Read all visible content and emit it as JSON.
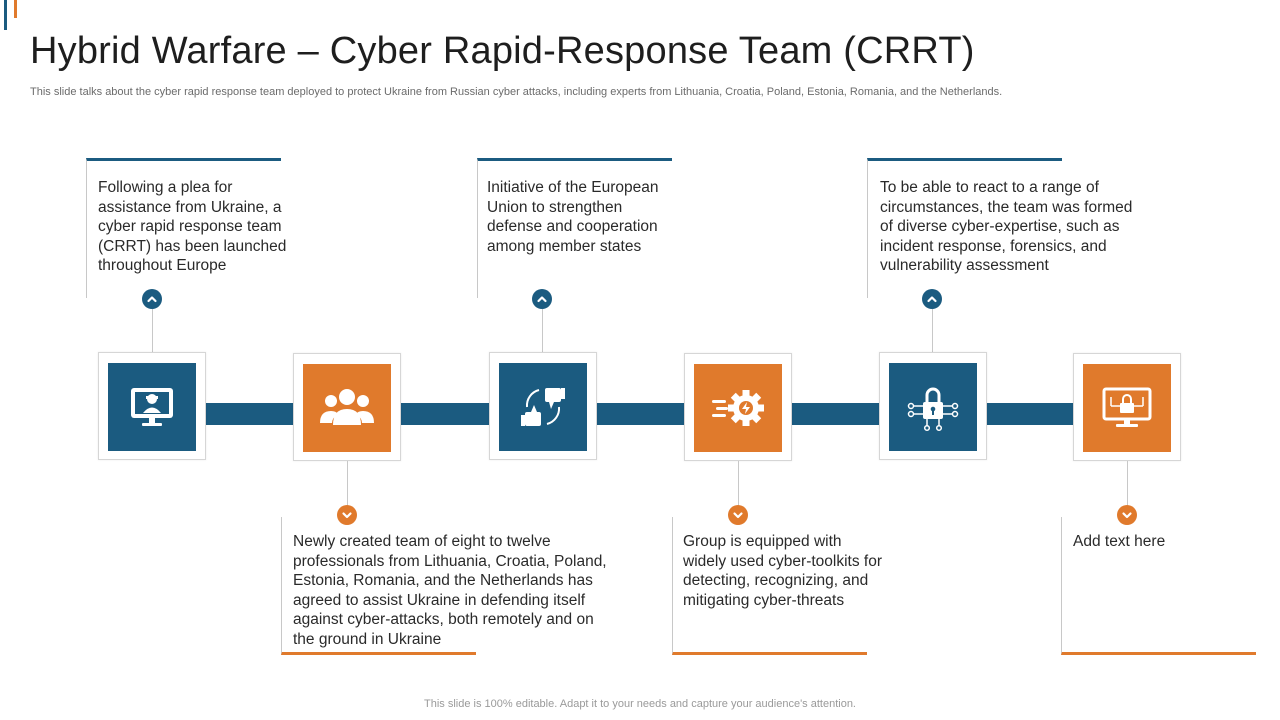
{
  "header": {
    "title": "Hybrid Warfare – Cyber Rapid-Response Team (CRRT)",
    "subtitle": "This slide talks about the cyber rapid response team deployed to protect Ukraine from Russian cyber attacks, including experts from Lithuania, Croatia, Poland, Estonia, Romania, and the Netherlands."
  },
  "timeline": {
    "top_boxes": [
      "Following a plea for assistance from Ukraine, a cyber rapid response team (CRRT) has been launched throughout  Europe",
      "Initiative of the European Union to strengthen defense and cooperation among member states",
      "To be able to react to a range of circumstances, the team was formed of diverse cyber-expertise, such as incident response, forensics, and vulnerability  assessment"
    ],
    "bottom_boxes": [
      "Newly created team of eight to twelve professionals from Lithuania, Croatia, Poland, Estonia, Romania, and the Netherlands has agreed to assist Ukraine in defending itself against cyber-attacks, both remotely and on the ground in Ukraine",
      "Group is equipped with widely used cyber-toolkits for detecting, recognizing, and mitigating cyber-threats",
      "Add text here"
    ],
    "icons": [
      "hacker-monitor-icon",
      "team-group-icon",
      "thumbs-up-down-icon",
      "fast-gear-icon",
      "circuit-lock-icon",
      "secure-monitor-icon"
    ]
  },
  "colors": {
    "blue": "#1b5b80",
    "orange": "#e07a2c"
  },
  "footer": {
    "text": "This slide is 100% editable. Adapt it to your needs and capture your audience's attention."
  }
}
